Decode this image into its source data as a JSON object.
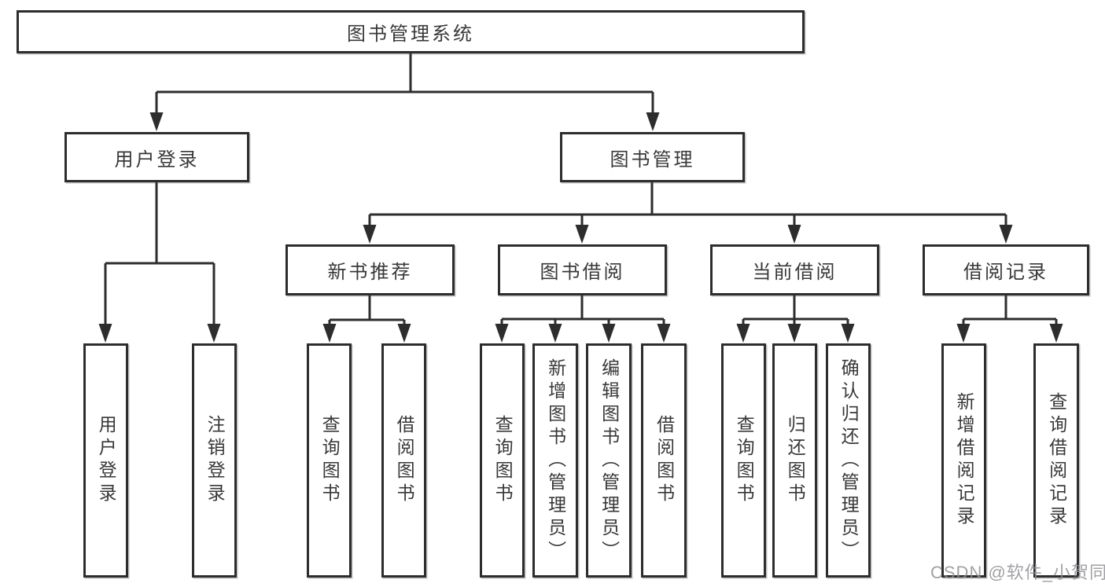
{
  "tree": {
    "label": "图书管理系统",
    "children": [
      {
        "label": "用户登录",
        "children": [
          {
            "label": "用户登录"
          },
          {
            "label": "注销登录"
          }
        ]
      },
      {
        "label": "图书管理",
        "children": [
          {
            "label": "新书推荐",
            "children": [
              {
                "label": "查询图书"
              },
              {
                "label": "借阅图书"
              }
            ]
          },
          {
            "label": "图书借阅",
            "children": [
              {
                "label": "查询图书"
              },
              {
                "label": "新增图书（管理员）"
              },
              {
                "label": "编辑图书（管理员）"
              },
              {
                "label": "借阅图书"
              }
            ]
          },
          {
            "label": "当前借阅",
            "children": [
              {
                "label": "查询图书"
              },
              {
                "label": "归还图书"
              },
              {
                "label": "确认归还（管理员）"
              }
            ]
          },
          {
            "label": "借阅记录",
            "children": [
              {
                "label": "新增借阅记录"
              },
              {
                "label": "查询借阅记录"
              }
            ]
          }
        ]
      }
    ]
  },
  "watermark": "CSDN @软件_小贺同学",
  "style": {
    "line_color": "#2d2d2d",
    "text_color": "#383838",
    "watermark_color": "#919196",
    "background": "#ffffff"
  }
}
